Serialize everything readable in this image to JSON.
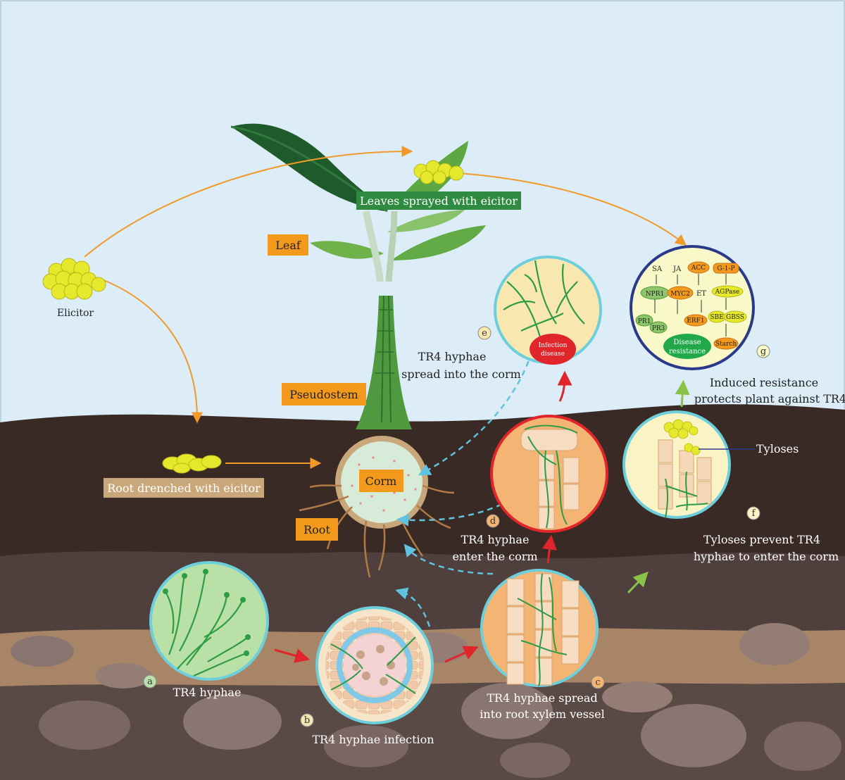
{
  "labels": {
    "leaves_sprayed": "Leaves sprayed with eicitor",
    "leaf": "Leaf",
    "pseudostem": "Pseudostem",
    "corm": "Corm",
    "root": "Root",
    "elicitor": "Elicitor",
    "root_drenched": "Root drenched with eicitor",
    "tyloses": "Tyloses"
  },
  "captions": {
    "a": "TR4 hyphae",
    "b": "TR4 hyphae infection",
    "c_line1": "TR4 hyphae spread",
    "c_line2": "into root xylem vessel",
    "d_line1": "TR4 hyphae",
    "d_line2": "enter the corm",
    "e_line1": "TR4 hyphae",
    "e_line2": "spread into the corm",
    "f_line1": "Tyloses prevent TR4",
    "f_line2": "hyphae to enter the corm",
    "g_line1": "Induced resistance",
    "g_line2": "protects plant against TR4",
    "infection_line1": "Infection",
    "infection_line2": "disease"
  },
  "panel_letters": {
    "a": "a",
    "b": "b",
    "c": "c",
    "d": "d",
    "e": "e",
    "f": "f",
    "g": "g"
  },
  "pathway": {
    "sa": "SA",
    "ja": "JA",
    "acc": "ACC",
    "g1p": "G-1-P",
    "npr1": "NPR1",
    "myc2": "MYC2",
    "et": "ET",
    "agpase": "AGPase",
    "pr1": "PR1",
    "pr3": "PR3",
    "erf1": "ERF1",
    "sbe": "SBE",
    "gbss": "GBSS",
    "starch": "Starch",
    "disease_line1": "Disease",
    "disease_line2": "resistance"
  },
  "colors": {
    "sky": "#dcedf7",
    "soil_dark": "#3a2a26",
    "soil_mid": "#4f403d",
    "soil_band": "#a98568",
    "orange_label": "#f39a1d",
    "green_label": "#2e8b3f",
    "tan_label": "#c8a77b",
    "arrow_orange": "#f19a2a",
    "arrow_red": "#e0252b",
    "arrow_cyan": "#5fc3df",
    "arrow_green": "#8bc34a"
  }
}
